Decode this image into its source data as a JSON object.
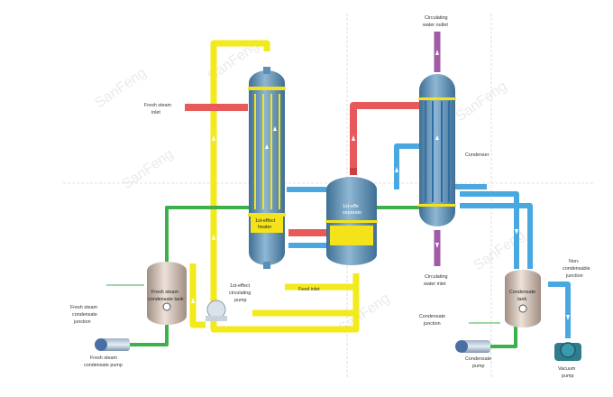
{
  "labels": {
    "fresh_steam_inlet": [
      "Fresh steam",
      "inlet"
    ],
    "circulating_water_outlet": [
      "Circulating",
      "water outlet"
    ],
    "condenser": "Condenser",
    "first_effect_heater": [
      "1st-effect",
      "heater"
    ],
    "first_effect_separator": [
      "1st-effe",
      "separato"
    ],
    "feed_inlet": "Feed inlet",
    "first_effect_circulating_pump": [
      "1st-effect",
      "circulating",
      "pump"
    ],
    "fresh_steam_condensate_tank": [
      "Fresh steam",
      "condensate tank"
    ],
    "fresh_steam_condensate_junction": [
      "Fresh steam",
      "condensate",
      "junction"
    ],
    "fresh_steam_condensate_pump": [
      "Fresh steam",
      "condensate pump"
    ],
    "circulating_water_inlet": [
      "Circulating",
      "water inlet"
    ],
    "condensate_tank": [
      "Condensate",
      "tank"
    ],
    "condensate_junction": [
      "Condensate",
      "junction"
    ],
    "condensate_pump": [
      "Condensate",
      "pump"
    ],
    "non_condensable_junction": [
      "Non-",
      "condensable",
      "junction"
    ],
    "vacuum_pump": [
      "Vacuum",
      "pump"
    ]
  },
  "watermark": "SanFeng",
  "colors": {
    "steam_pipe": "#e85a5a",
    "feed_pipe": "#f2ea1a",
    "water_pipe": "#4aa8e0",
    "condensate_pipe": "#3cb04a",
    "circulating_water_pipe": "#a15aa6",
    "vessel": "#5b8fb5",
    "tank": "#c9b7ab",
    "yellow_band": "#f4e21b"
  }
}
